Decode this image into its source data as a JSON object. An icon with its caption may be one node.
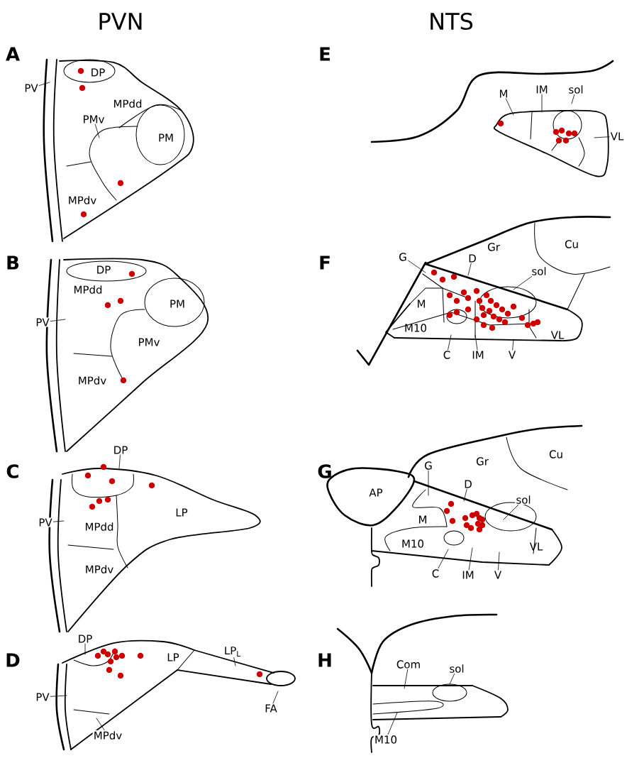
{
  "diagram": {
    "nodes": [
      {
        "text": [
          "PV"
        ]
      },
      {
        "text": [
          "PMv"
        ]
      },
      {
        "text": [
          "PV"
        ]
      },
      {
        "text": [
          "DP"
        ]
      },
      {
        "text": [
          "PV"
        ]
      },
      {
        "text": [
          "DP"
        ]
      },
      {
        "text": [
          "LP$_{L}$"
        ]
      },
      {
        "text": [
          "FA"
        ]
      },
      {
        "text": [
          "PV"
        ]
      },
      {
        "text": [
          "MPdv"
        ]
      },
      {
        "text": [
          "M"
        ]
      },
      {
        "text": [
          "IM"
        ]
      },
      {
        "text": [
          "sol"
        ]
      },
      {
        "text": [
          "VL"
        ]
      },
      {
        "text": [
          "G"
        ]
      },
      {
        "text": [
          "D"
        ]
      },
      {
        "text": [
          "sol"
        ]
      },
      {
        "text": [
          "C"
        ]
      },
      {
        "text": [
          "IM"
        ]
      },
      {
        "text": [
          "V"
        ]
      },
      {
        "text": [
          "G"
        ]
      },
      {
        "text": [
          "D"
        ]
      },
      {
        "text": [
          "sol"
        ]
      },
      {
        "text": [
          "C"
        ]
      },
      {
        "text": [
          "IM"
        ]
      },
      {
        "text": [
          "V"
        ]
      },
      {
        "text": [
          "Com"
        ]
      },
      {
        "text": [
          "sol"
        ]
      },
      {
        "text": [
          "M10"
        ]
      }
    ],
    "edges": [
      {
        "from": 0,
        "to": null,
        "arrow": "none"
      },
      {
        "from": 1,
        "to": null,
        "arrow": "none"
      },
      {
        "from": 2,
        "to": null,
        "arrow": "none"
      },
      {
        "from": 3,
        "to": null,
        "arrow": "none"
      },
      {
        "from": 4,
        "to": null,
        "arrow": "none"
      },
      {
        "from": 5,
        "to": null,
        "arrow": "none"
      },
      {
        "from": 6,
        "to": null,
        "arrow": "none"
      },
      {
        "from": 7,
        "to": null,
        "arrow": "none"
      },
      {
        "from": 8,
        "to": null,
        "arrow": "none"
      },
      {
        "from": 9,
        "to": null,
        "arrow": "none"
      },
      {
        "from": 10,
        "to": null,
        "arrow": "none"
      },
      {
        "from": 11,
        "to": null,
        "arrow": "none"
      },
      {
        "from": 12,
        "to": null,
        "arrow": "none"
      },
      {
        "from": 13,
        "to": null,
        "arrow": "none"
      },
      {
        "from": 14,
        "to": null,
        "arrow": "none"
      },
      {
        "from": 15,
        "to": null,
        "arrow": "none"
      },
      {
        "from": 16,
        "to": null,
        "arrow": "none"
      },
      {
        "from": 17,
        "to": null,
        "arrow": "none"
      },
      {
        "from": 18,
        "to": null,
        "arrow": "none"
      },
      {
        "from": 19,
        "to": null,
        "arrow": "none"
      },
      {
        "from": 20,
        "to": null,
        "arrow": "none"
      },
      {
        "from": 21,
        "to": null,
        "arrow": "none"
      },
      {
        "from": 22,
        "to": null,
        "arrow": "none"
      },
      {
        "from": 23,
        "to": null,
        "arrow": "none"
      },
      {
        "from": 24,
        "to": null,
        "arrow": "none"
      },
      {
        "from": 25,
        "to": null,
        "arrow": "none"
      },
      {
        "from": 26,
        "to": null,
        "arrow": "none"
      },
      {
        "from": 27,
        "to": null,
        "arrow": "none"
      },
      {
        "from": 28,
        "to": null,
        "arrow": "none"
      }
    ],
    "labels": [
      "PVN",
      "NTS",
      "A",
      "DP",
      "MPdd",
      "PM",
      "MPdv",
      "E",
      "B",
      "DP",
      "MPdd",
      "PM",
      "PMv",
      "MPdv",
      "F",
      "Gr",
      "Cu",
      "M",
      "M10",
      "VL",
      "C",
      "MPdd",
      "LP",
      "MPdv",
      "G",
      "AP",
      "Gr",
      "Cu",
      "M",
      "M10",
      "VL",
      "D",
      "LP",
      "H"
    ]
  }
}
